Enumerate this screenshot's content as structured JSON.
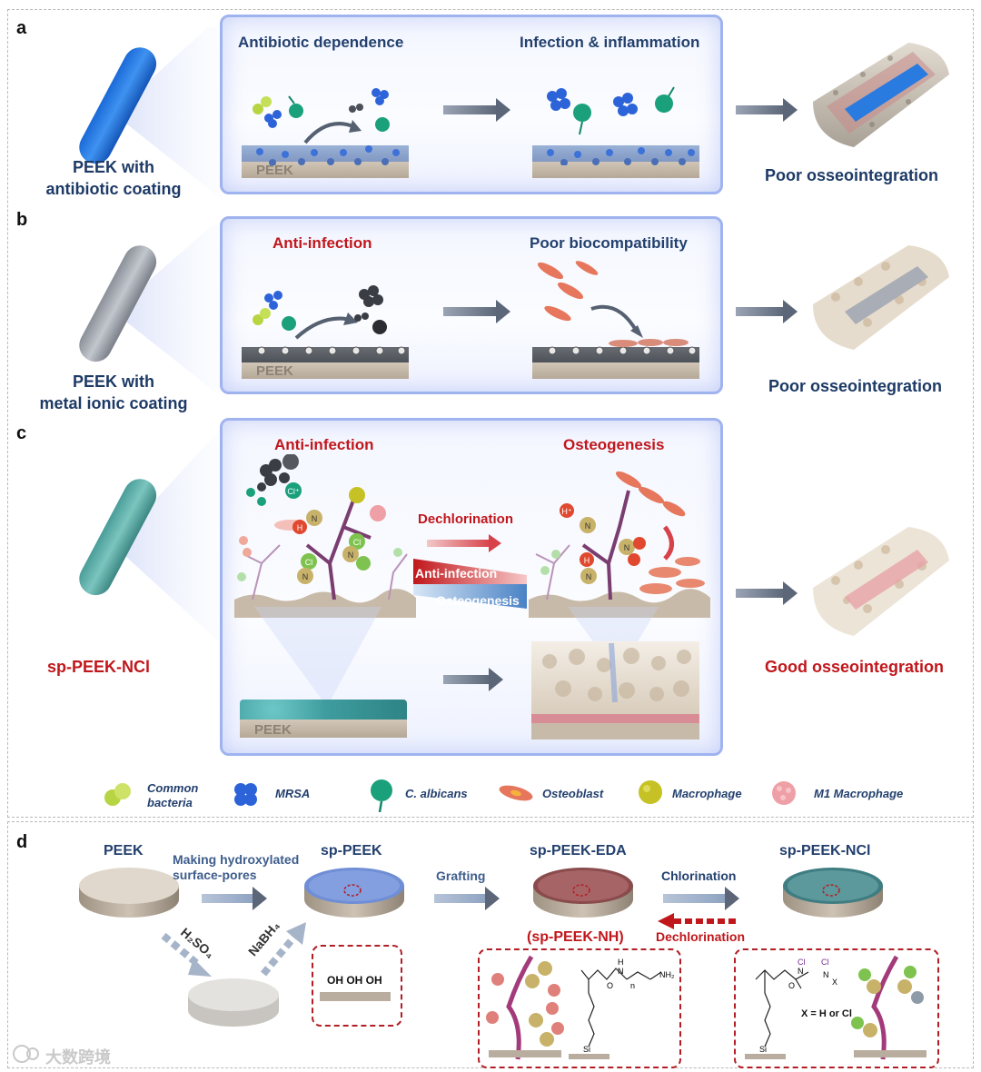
{
  "panels": {
    "a": {
      "letter": "a",
      "left_label": [
        "PEEK with",
        "antibiotic coating"
      ],
      "left_title": "Antibiotic dependence",
      "right_title": "Infection & inflammation",
      "peek": "PEEK",
      "outcome": "Poor osseointegration"
    },
    "b": {
      "letter": "b",
      "left_label": [
        "PEEK with",
        "metal ionic coating"
      ],
      "left_title": "Anti-infection",
      "right_title": "Poor biocompatibility",
      "peek": "PEEK",
      "outcome": "Poor osseointegration"
    },
    "c": {
      "letter": "c",
      "left_label": "sp-PEEK-NCl",
      "left_title": "Anti-infection",
      "right_title": "Osteogenesis",
      "mid_label": "Dechlorination",
      "switch_top": "Anti-infection",
      "switch_bottom": "Osteogenesis",
      "peek": "PEEK",
      "outcome": "Good osseointegration"
    },
    "d": {
      "letter": "d",
      "peek": "PEEK",
      "sp_peek": "sp-PEEK",
      "sp_peek_eda": "sp-PEEK-EDA",
      "sp_peek_nh": "(sp-PEEK-NH)",
      "sp_peek_ncl": "sp-PEEK-NCl",
      "step1": [
        "Making hydroxylated",
        "surface-pores"
      ],
      "h2so4": "H₂SO₄",
      "nabh4": "NaBH₄",
      "grafting": "Grafting",
      "chlorination": "Chlorination",
      "dechlorination": "Dechlorination",
      "oh_groups": "OH OH OH",
      "x_note": "X = H or Cl"
    }
  },
  "legend": [
    {
      "label": "Common\nbacteria",
      "icon": "common-bacteria-icon"
    },
    {
      "label": "MRSA",
      "icon": "mrsa-icon"
    },
    {
      "label": "C. albicans",
      "icon": "c-albicans-icon"
    },
    {
      "label": "Osteoblast",
      "icon": "osteoblast-icon"
    },
    {
      "label": "Macrophage",
      "icon": "macrophage-icon"
    },
    {
      "label": "M1 Macrophage",
      "icon": "m1-macrophage-icon"
    }
  ],
  "watermark": "大数跨境",
  "colors": {
    "box_border": "#9fb3ef",
    "title_blue": "#23406e",
    "title_red": "#c0171c",
    "arrow": "#5b6678"
  }
}
